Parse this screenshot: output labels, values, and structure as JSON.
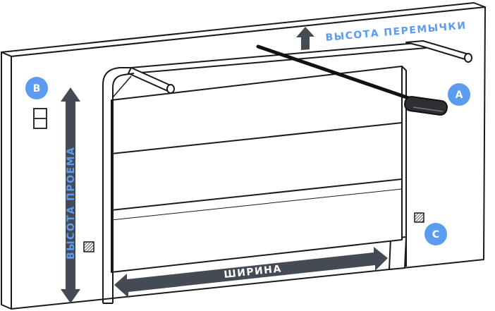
{
  "labels": {
    "lintel_height": "ВЫСОТА ПЕРЕМЫЧКИ",
    "opening_height": "ВЫСОТА ПРОЕМА",
    "width": "ШИРИНА"
  },
  "badges": {
    "a": "A",
    "b": "B",
    "c": "C"
  },
  "colors": {
    "accent": "#5b9cf0",
    "arrow": "#454b55",
    "outline": "#1a1a1a",
    "background": "#ffffff"
  }
}
